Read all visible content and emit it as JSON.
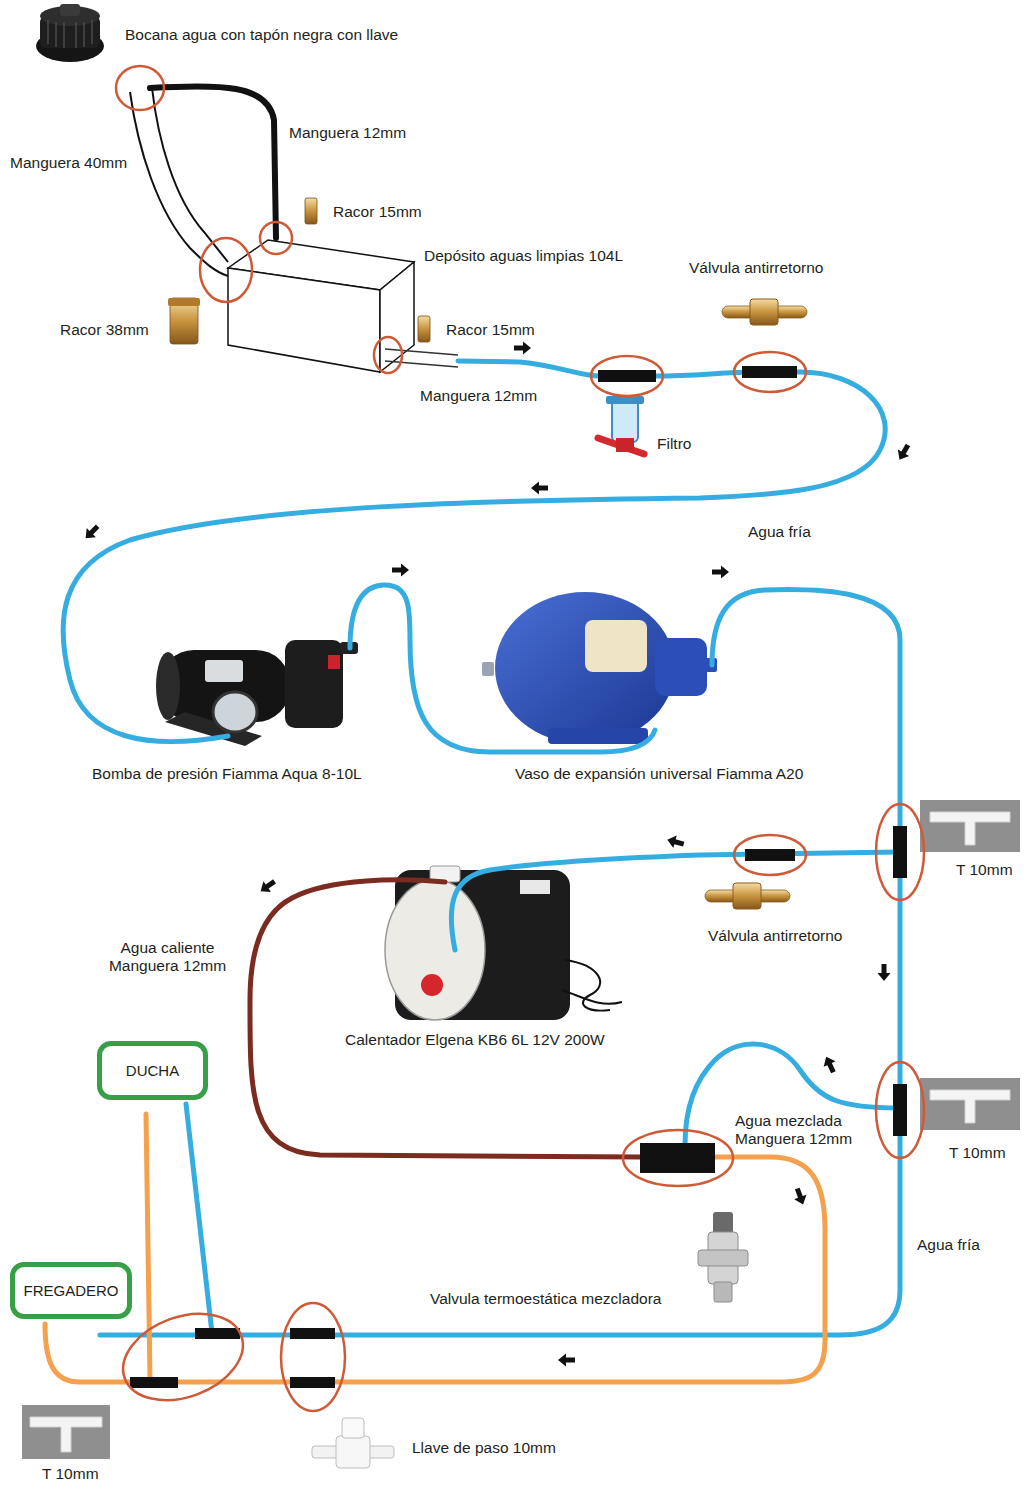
{
  "diagram": {
    "nodes": [
      {
        "text": [
          "DUCHA"
        ]
      },
      {
        "text": [
          "FREGADERO"
        ]
      }
    ],
    "labels": [
      "Bocana agua con tapón negra con llave",
      "Manguera 12mm",
      "Manguera 40mm",
      "Racor 15mm",
      "Depósito aguas limpias 104L",
      "Válvula antirretorno",
      "Racor 38mm",
      "Racor 15mm",
      "Manguera 12mm",
      "Filtro",
      "Agua fría",
      "Bomba de presión Fiamma Aqua 8-10L",
      "Vaso de expansión universal Fiamma A20",
      "T 10mm",
      "Válvula antirretorno",
      "Agua caliente Manguera 12mm",
      "Calentador Elgena KB6 6L 12V 200W",
      "T 10mm",
      "Agua mezclada Manguera 12mm",
      "Agua fría",
      "Valvula termoestática mezcladora",
      "T 10mm",
      "Llave de paso 10mm"
    ]
  }
}
